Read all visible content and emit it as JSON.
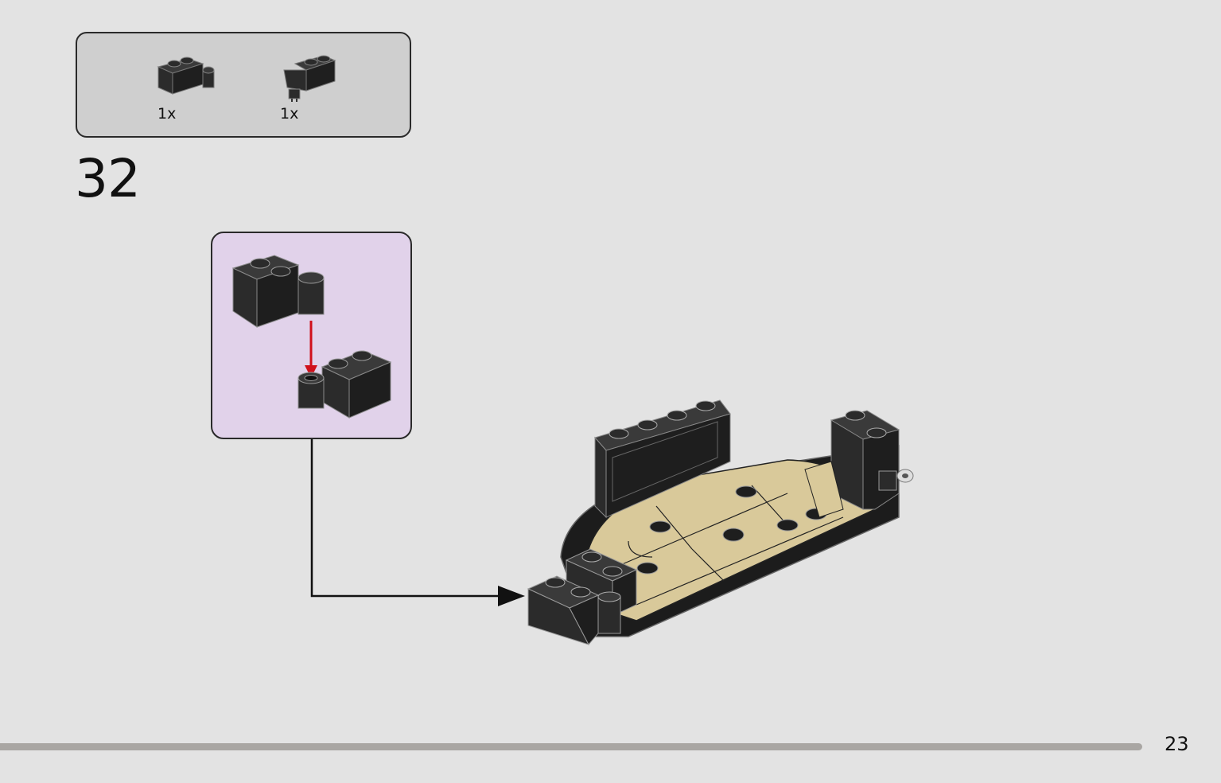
{
  "parts_list": {
    "items": [
      {
        "qty": "1x",
        "icon": "brick-1x2-with-hinge-cylinder-icon",
        "color": "#2b2b2b"
      },
      {
        "qty": "1x",
        "icon": "brick-1x2-with-hinge-pin-icon",
        "color": "#2b2b2b"
      }
    ]
  },
  "step": {
    "number": "32"
  },
  "callout": {
    "background": "#e1d2ea",
    "arrow_color": "#d0101b"
  },
  "model": {
    "base_color": "#d9c99a",
    "brick_color": "#2b2b2b"
  },
  "footer": {
    "page_number": "23"
  }
}
